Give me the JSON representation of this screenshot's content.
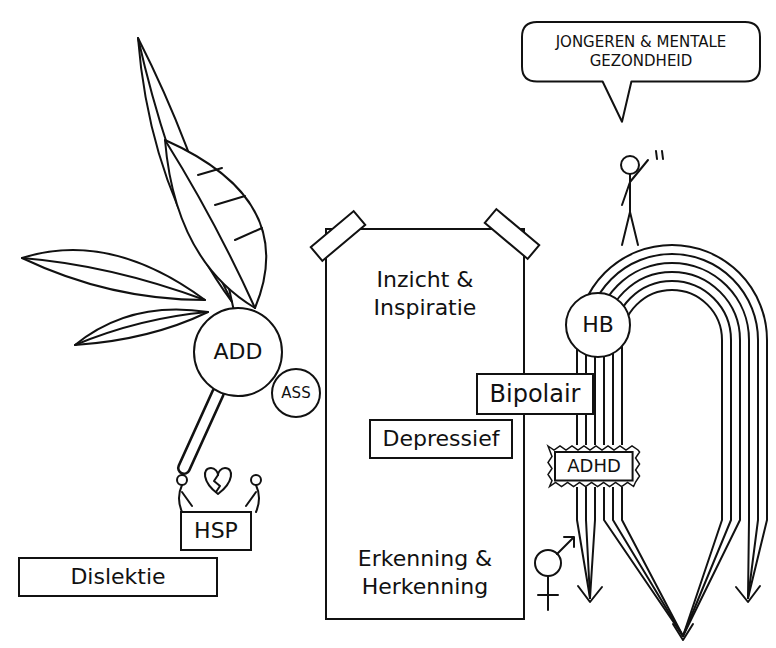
{
  "diagram": {
    "nodes": [
      {
        "text": [
          "JONGEREN & MENTALE GEZONDHEID"
        ]
      },
      {
        "text": [
          "Inzicht & Inspiratie",
          "Erkenning & Herkenning"
        ]
      },
      {
        "text": [
          "ADD"
        ]
      },
      {
        "text": [
          "ASS"
        ]
      },
      {
        "text": [
          "HB"
        ]
      },
      {
        "text": [
          "Bipolair"
        ]
      },
      {
        "text": [
          "Depressief"
        ]
      },
      {
        "text": [
          "ADHD"
        ]
      },
      {
        "text": [
          "HSP"
        ]
      },
      {
        "text": [
          "Dislektie"
        ]
      }
    ]
  }
}
